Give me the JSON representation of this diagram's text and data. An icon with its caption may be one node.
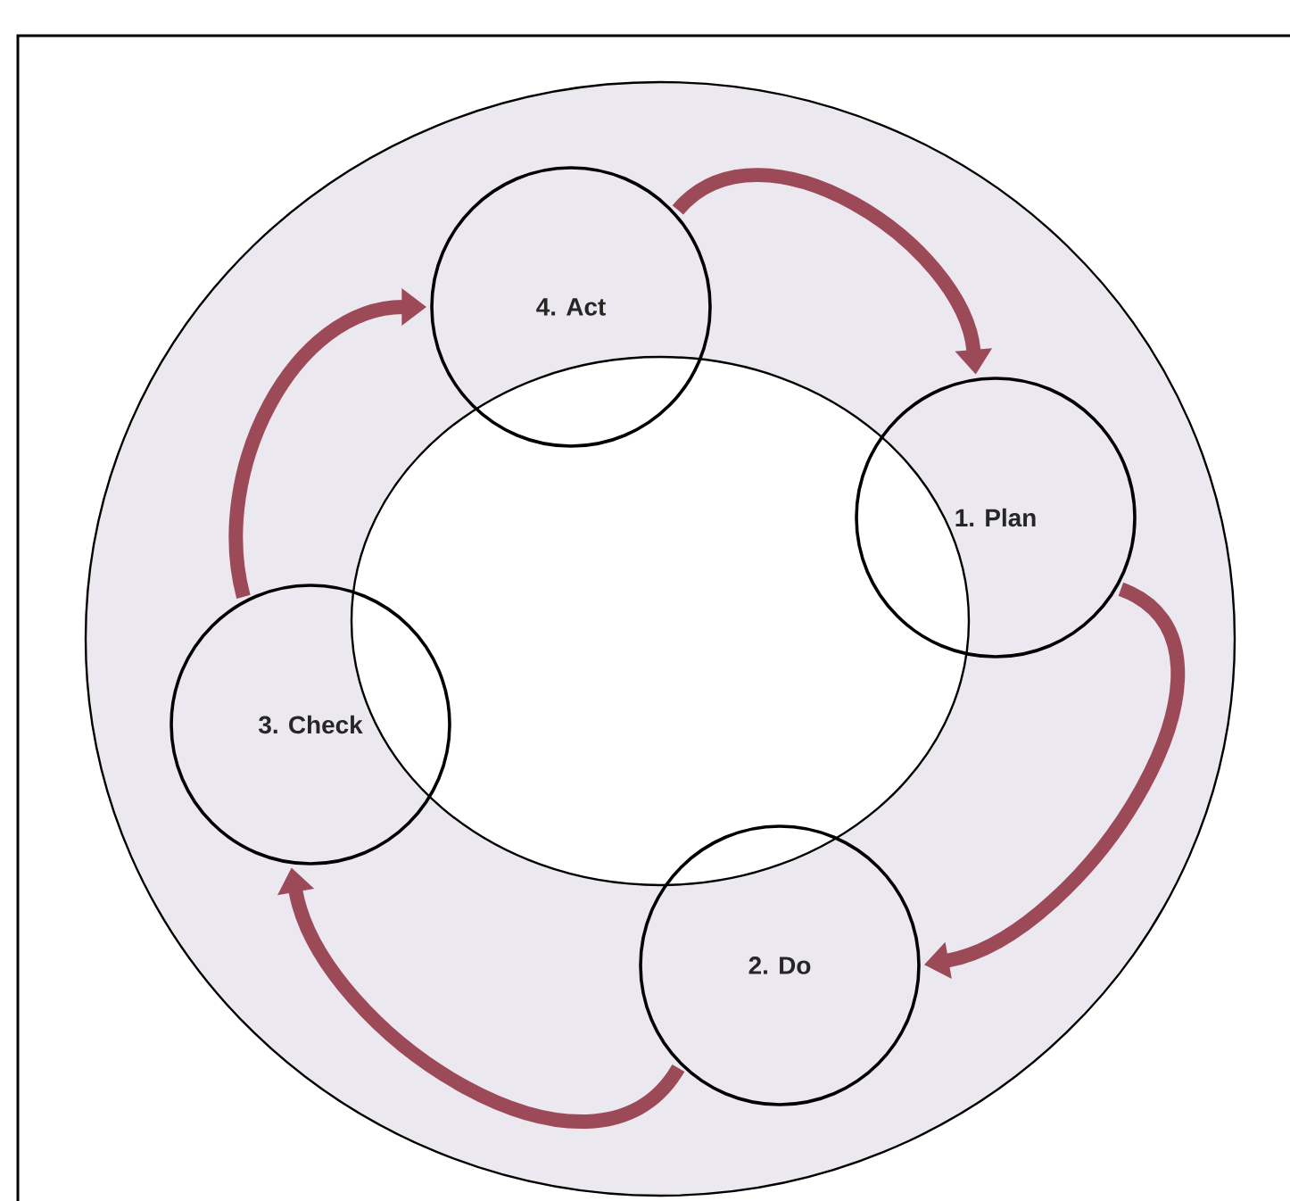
{
  "diagram": {
    "nodes": [
      {
        "text": [
          "4. Act"
        ]
      },
      {
        "text": [
          "1. Plan"
        ]
      },
      {
        "text": [
          "3. Check"
        ]
      },
      {
        "text": [
          "2. Do"
        ]
      }
    ],
    "edges": [
      {
        "from": 0,
        "to": 1,
        "arrow": "to"
      },
      {
        "from": 1,
        "to": 3,
        "arrow": "to"
      },
      {
        "from": 3,
        "to": 2,
        "arrow": "to"
      },
      {
        "from": 2,
        "to": 0,
        "arrow": "to"
      }
    ]
  }
}
